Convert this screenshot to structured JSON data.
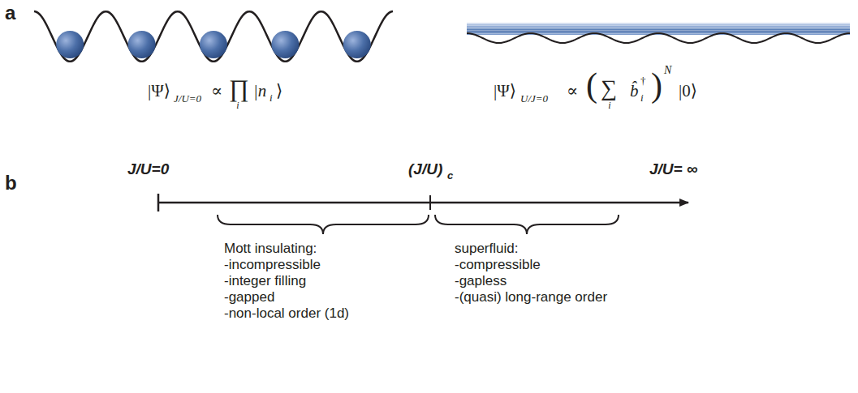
{
  "diagram": {
    "labels": [
      "a",
      "|Ψ⟩",
      "J/U=0",
      "∝",
      "∏",
      "i",
      "|n",
      "i",
      "⟩",
      "|Ψ⟩",
      "U/J=0",
      "∝",
      "(",
      "∑",
      "i",
      "b̂",
      "†",
      "i",
      ")",
      "N",
      "|0⟩",
      "b",
      "J/U=0",
      "(J/U)",
      "c",
      "J/U= ∞",
      "Mott insulating:",
      "-incompressible",
      "-integer filling",
      "-gapped",
      "-non-local order (1d)",
      "superfluid:",
      "-compressible",
      "-gapless",
      "-(quasi) long-range order"
    ]
  }
}
